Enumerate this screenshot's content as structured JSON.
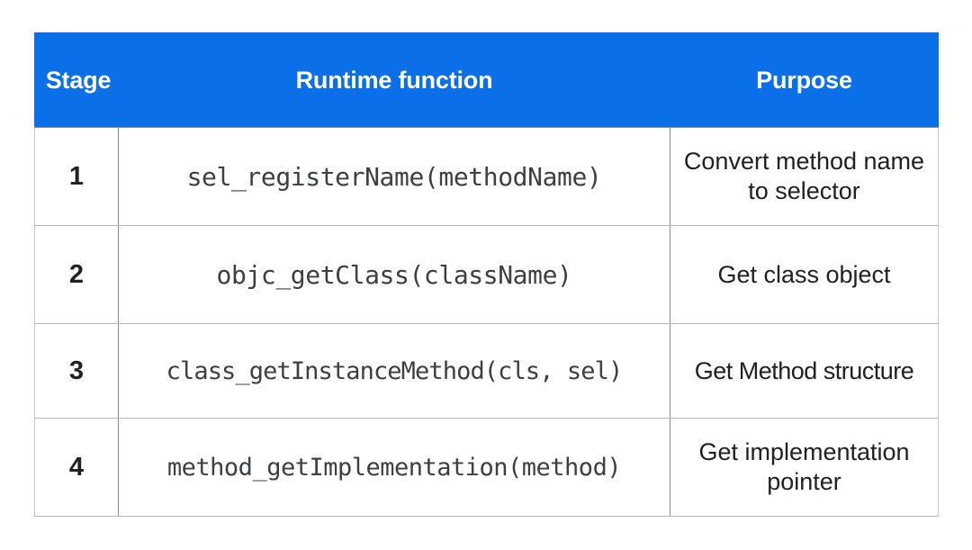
{
  "table": {
    "columns": [
      "Stage",
      "Runtime function",
      "Purpose"
    ],
    "accent_color": "#0b6fe8",
    "header_text_color": "#ffffff",
    "body_text_color": "#202124",
    "code_text_color": "#3c4043",
    "border_color": "#b8b8b8",
    "rows": [
      {
        "stage": "1",
        "function": "sel_registerName(methodName)",
        "purpose": "Convert method name to selector"
      },
      {
        "stage": "2",
        "function": "objc_getClass(className)",
        "purpose": "Get class object"
      },
      {
        "stage": "3",
        "function": "class_getInstanceMethod(cls, sel)",
        "purpose": "Get Method structure"
      },
      {
        "stage": "4",
        "function": "method_getImplementation(method)",
        "purpose": "Get implementation pointer"
      }
    ]
  }
}
